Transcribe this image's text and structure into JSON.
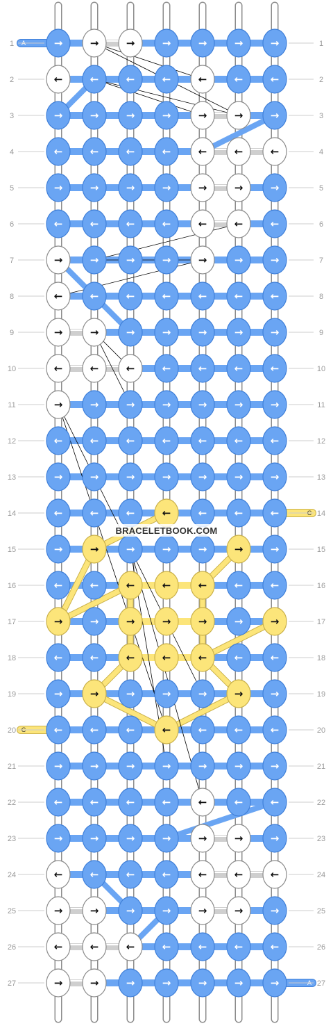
{
  "watermark": "BRACELETBOOK.COM",
  "colors": {
    "A": "#6aa5f3",
    "B": "#ffffff",
    "C": "#fce57a",
    "stroke_A": "#3f7fd8",
    "stroke_B": "#8a8a8a",
    "stroke_C": "#c9b04a",
    "label": "#999999"
  },
  "ends": {
    "left_row1": "A",
    "right_row27": "A",
    "right_row14": "C",
    "left_row20": "C"
  },
  "rows": [
    {
      "label": "1",
      "knots": [
        "A>",
        "B>",
        "B>",
        "A>",
        "A>",
        "A>",
        "A>"
      ]
    },
    {
      "label": "2",
      "knots": [
        "B<",
        "A<",
        "A<",
        "A<",
        "B<",
        "A<",
        "A<"
      ]
    },
    {
      "label": "3",
      "knots": [
        "A>",
        "A>",
        "A>",
        "A>",
        "B>",
        "B>",
        "A>"
      ]
    },
    {
      "label": "4",
      "knots": [
        "A<",
        "A<",
        "A<",
        "A<",
        "B<",
        "B<",
        "B<"
      ]
    },
    {
      "label": "5",
      "knots": [
        "A>",
        "A>",
        "A>",
        "A>",
        "B>",
        "B>",
        "A>"
      ]
    },
    {
      "label": "6",
      "knots": [
        "A<",
        "A<",
        "A<",
        "A<",
        "B<",
        "B<",
        "A<"
      ]
    },
    {
      "label": "7",
      "knots": [
        "B>",
        "A>",
        "A>",
        "A>",
        "B>",
        "A>",
        "A>"
      ]
    },
    {
      "label": "8",
      "knots": [
        "B<",
        "A<",
        "A<",
        "A<",
        "A<",
        "A<",
        "A<"
      ]
    },
    {
      "label": "9",
      "knots": [
        "B>",
        "B>",
        "A>",
        "A>",
        "A>",
        "A>",
        "A>"
      ]
    },
    {
      "label": "10",
      "knots": [
        "B<",
        "B<",
        "B<",
        "A<",
        "A<",
        "A<",
        "A<"
      ]
    },
    {
      "label": "11",
      "knots": [
        "B>",
        "A>",
        "A>",
        "A>",
        "A>",
        "A>",
        "A>"
      ]
    },
    {
      "label": "12",
      "knots": [
        "A<",
        "A<",
        "A<",
        "A<",
        "A<",
        "A<",
        "A<"
      ]
    },
    {
      "label": "13",
      "knots": [
        "A>",
        "A>",
        "A>",
        "A>",
        "A>",
        "A>",
        "A>"
      ]
    },
    {
      "label": "14",
      "knots": [
        "A<",
        "A<",
        "A<",
        "C<",
        "A<",
        "A<",
        "A<"
      ]
    },
    {
      "label": "15",
      "knots": [
        "A>",
        "C>",
        "A>",
        "A>",
        "A>",
        "C>",
        "A>"
      ]
    },
    {
      "label": "16",
      "knots": [
        "A<",
        "A<",
        "C<",
        "C<",
        "C<",
        "A<",
        "A<"
      ]
    },
    {
      "label": "17",
      "knots": [
        "C>",
        "A>",
        "C>",
        "C>",
        "C>",
        "A>",
        "C>"
      ]
    },
    {
      "label": "18",
      "knots": [
        "A<",
        "A<",
        "C<",
        "C<",
        "C<",
        "A<",
        "A<"
      ]
    },
    {
      "label": "19",
      "knots": [
        "A>",
        "C>",
        "A>",
        "A>",
        "A>",
        "C>",
        "A>"
      ]
    },
    {
      "label": "20",
      "knots": [
        "A<",
        "A<",
        "A<",
        "C<",
        "A<",
        "A<",
        "A<"
      ]
    },
    {
      "label": "21",
      "knots": [
        "A>",
        "A>",
        "A>",
        "A>",
        "A>",
        "A>",
        "A>"
      ]
    },
    {
      "label": "22",
      "knots": [
        "A<",
        "A<",
        "A<",
        "A<",
        "B<",
        "A<",
        "A<"
      ]
    },
    {
      "label": "23",
      "knots": [
        "A>",
        "A>",
        "A>",
        "A>",
        "B>",
        "B>",
        "A>"
      ]
    },
    {
      "label": "24",
      "knots": [
        "B<",
        "A<",
        "A<",
        "A<",
        "B<",
        "B<",
        "B<"
      ]
    },
    {
      "label": "25",
      "knots": [
        "B>",
        "B>",
        "A>",
        "A>",
        "B>",
        "B>",
        "A>"
      ]
    },
    {
      "label": "26",
      "knots": [
        "B<",
        "B<",
        "B<",
        "A<",
        "A<",
        "A<",
        "A<"
      ]
    },
    {
      "label": "27",
      "knots": [
        "B>",
        "B>",
        "A>",
        "A>",
        "A>",
        "A>",
        "A>"
      ]
    }
  ]
}
